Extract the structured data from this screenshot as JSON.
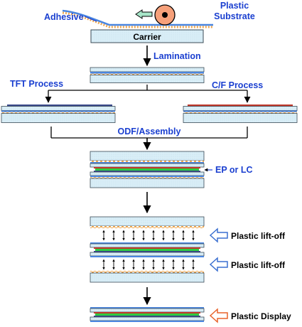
{
  "labels": {
    "adhesive": "Adhesive",
    "plastic_substrate_line1": "Plastic",
    "plastic_substrate_line2": "Substrate",
    "carrier": "Carrier",
    "lamination": "Lamination",
    "tft_process": "TFT Process",
    "cf_process": "C/F Process",
    "odf_assembly": "ODF/Assembly",
    "ep_or_lc": "EP or LC",
    "plastic_liftoff_1": "Plastic lift-off",
    "plastic_liftoff_2": "Plastic lift-off",
    "plastic_display": "Plastic Display"
  },
  "colors": {
    "label_blue": "#1a3fd0",
    "glass": "#d4ecf6",
    "glass_border": "#3a4a55",
    "plastic_blue": "#4a86e0",
    "adhesive_orange": "#f0b060",
    "tft_red": "#c0392b",
    "green_layer": "#2ecc40",
    "roller": "#f6a07a",
    "arrow_outline_blue": "#3a6fd0",
    "arrow_outline_orange": "#e8622a"
  },
  "icons": {
    "roller": "roller-icon",
    "pull_arrow": "pull-arrow-icon",
    "liftoff_arrow": "hollow-arrow-icon",
    "display_arrow": "hollow-arrow-icon"
  }
}
